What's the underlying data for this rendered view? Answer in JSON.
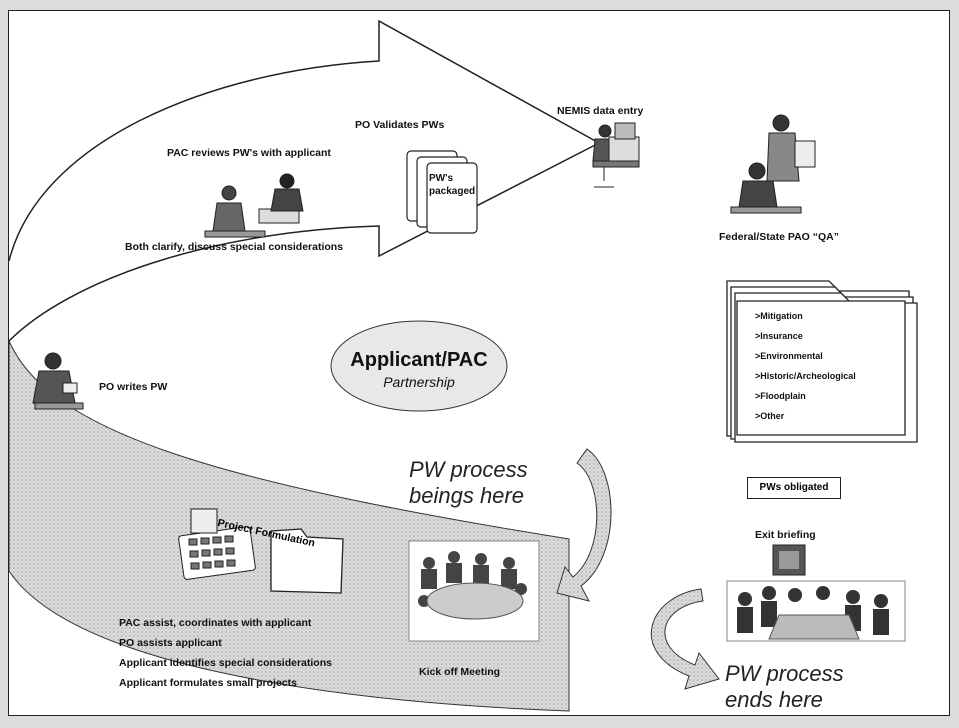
{
  "center": {
    "title": "Applicant/PAC",
    "subtitle": "Partnership"
  },
  "labels": {
    "pac_reviews": "PAC reviews PW's with applicant",
    "po_validates": "PO Validates PWs",
    "pws_packaged_1": "PW's",
    "pws_packaged_2": "packaged",
    "both_clarify": "Both clarify, discuss special considerations",
    "nemis": "NEMIS data entry",
    "federal_state": "Federal/State PAO “QA”",
    "po_writes": "PO writes PW",
    "project_formulation": "Project Formulation",
    "kick_off": "Kick off Meeting",
    "exit_briefing": "Exit briefing",
    "pws_obligated": "PWs obligated",
    "pw_begins_1": "PW process",
    "pw_begins_2": "beings here",
    "pw_ends_1": "PW process",
    "pw_ends_2": "ends here"
  },
  "folder_items": [
    ">Mitigation",
    ">Insurance",
    ">Environmental",
    ">Historic/Archeological",
    ">Floodplain",
    ">Other"
  ],
  "steps": [
    "PAC assist, coordinates with applicant",
    "PO assists applicant",
    "Applicant identifies special considerations",
    "Applicant formulates small projects"
  ],
  "colors": {
    "stipple": "#c9c9c9",
    "ellipse": "#e6e6e6",
    "line": "#222222"
  }
}
